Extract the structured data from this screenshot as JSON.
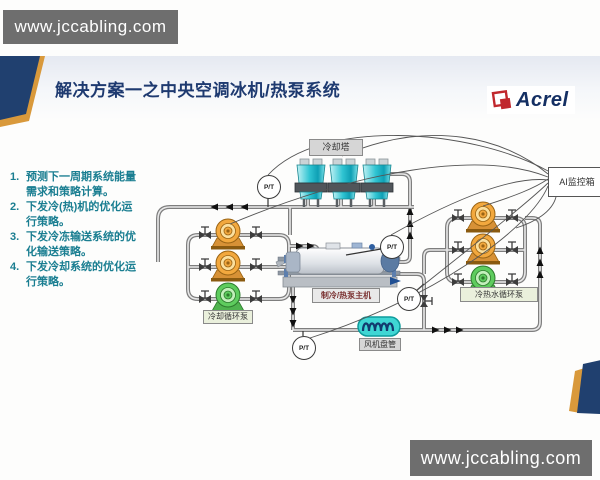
{
  "watermarks": {
    "top": "www.jccabling.com",
    "bottom": "www.jccabling.com"
  },
  "header": {
    "title": "解决方案一之中央空调冰机/热泵系统",
    "logo_text": "Acrel"
  },
  "steps": [
    {
      "num": "1.",
      "text": "预测下一周期系统能量需求和策略计算。"
    },
    {
      "num": "2.",
      "text": "下发冷(热)机的优化运行策略。"
    },
    {
      "num": "3.",
      "text": "下发冷冻输送系统的优化输送策略。"
    },
    {
      "num": "4.",
      "text": "下发冷却系统的优化运行策略。"
    }
  ],
  "diagram": {
    "labels": {
      "cooling_tower": "冷却塔",
      "cooling_pump": "冷却循环泵",
      "chiller_unit": "制冷/热泵主机",
      "chw_pump": "冷热水循环泵",
      "fan_coil": "风机盘管",
      "ai_box": "AI监控箱",
      "sensor": "P/T"
    },
    "colors": {
      "pipe": "#7e7e7e",
      "tower_cyan": "#2fc4d2",
      "pump_orange": "#f2a83e",
      "pump_green": "#5ecc5e",
      "fan_coil": "#3fd6d4",
      "accent_navy": "#20406f",
      "accent_gold": "#d9993b",
      "logo_red": "#c0272d",
      "steps_teal": "#1a7e91"
    }
  }
}
